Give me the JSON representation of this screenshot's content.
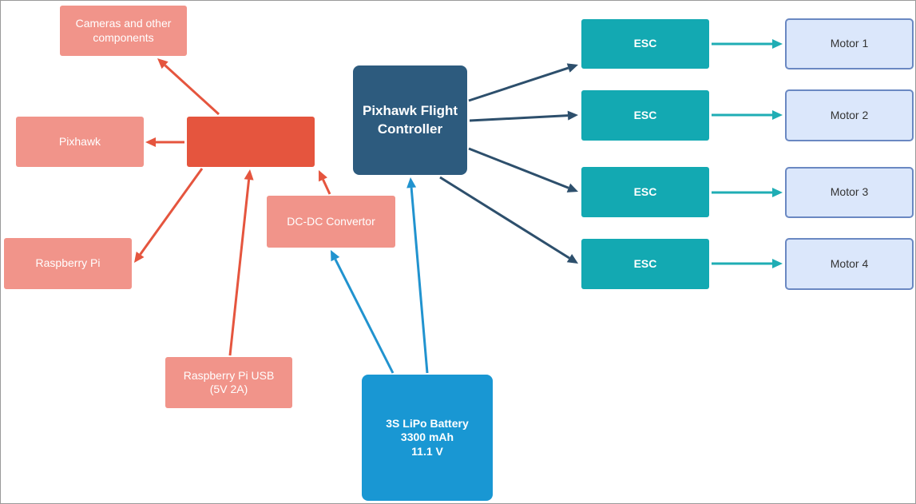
{
  "diagram": {
    "hub_label": "",
    "cameras": "Cameras and other\ncomponents",
    "pixhawk": "Pixhawk",
    "raspberry_pi": "Raspberry Pi",
    "rpi_usb": "Raspberry Pi USB\n(5V 2A)",
    "dcdc": "DC-DC Convertor",
    "controller": "Pixhawk Flight\nController",
    "battery": "3S LiPo Battery\n3300 mAh\n11.1 V",
    "esc_label": "ESC",
    "motors": [
      "Motor 1",
      "Motor 2",
      "Motor 3",
      "Motor 4"
    ]
  },
  "colors": {
    "power_arrows": "#e5553e",
    "battery_arrows": "#2193cf",
    "control_arrows": "#2d4f6c",
    "motor_arrows": "#1fadb4"
  }
}
